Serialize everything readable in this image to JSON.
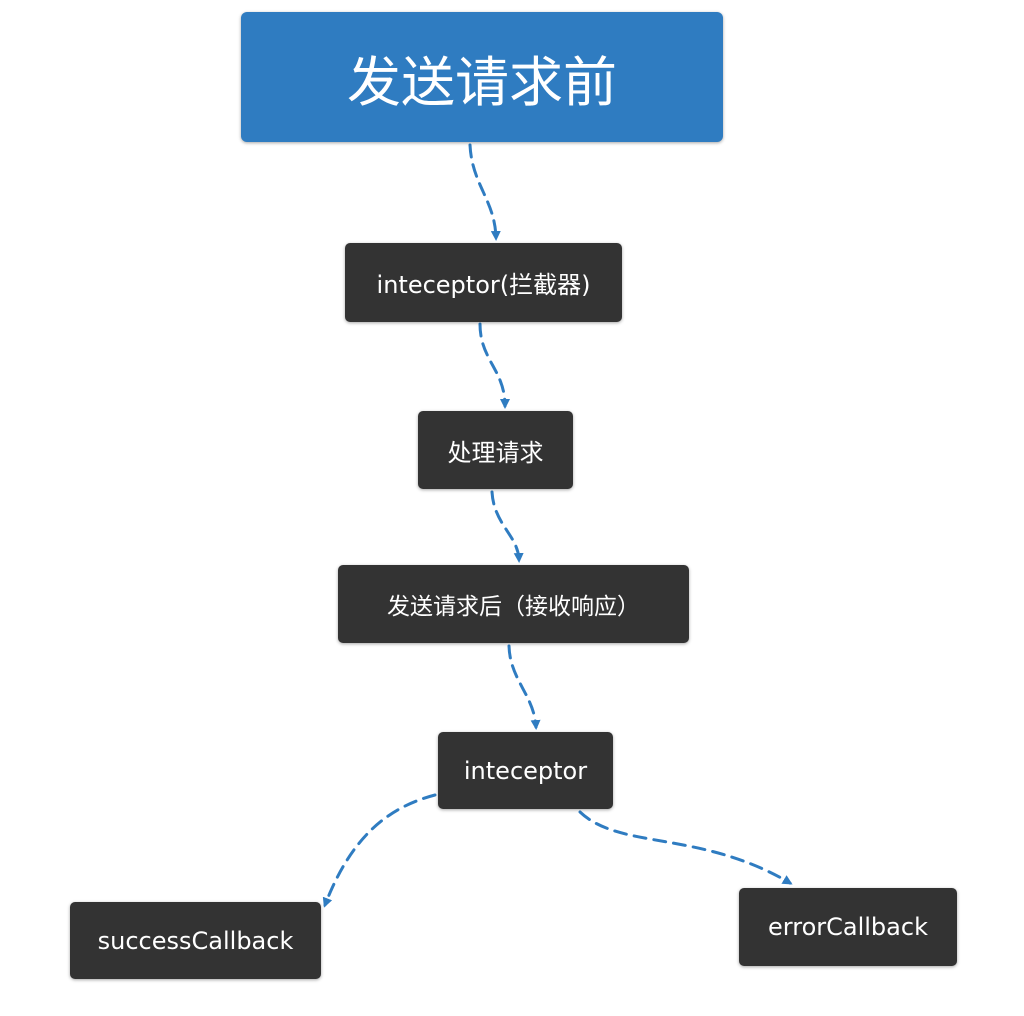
{
  "diagram": {
    "colors": {
      "start_fill": "#2f7cc1",
      "node_fill": "#333333",
      "node_text": "#ffffff",
      "edge": "#2f7cc1"
    },
    "nodes": {
      "start": "发送请求前",
      "interceptor_1": "inteceptor(拦截器)",
      "process": "处理请求",
      "receive": "发送请求后（接收响应）",
      "interceptor_2": "inteceptor",
      "success": "successCallback",
      "error": "errorCallback"
    },
    "edges": [
      {
        "from": "start",
        "to": "interceptor_1",
        "style": "dashed-arrow"
      },
      {
        "from": "interceptor_1",
        "to": "process",
        "style": "dashed-arrow"
      },
      {
        "from": "process",
        "to": "receive",
        "style": "dashed-arrow"
      },
      {
        "from": "receive",
        "to": "interceptor_2",
        "style": "dashed-arrow"
      },
      {
        "from": "interceptor_2",
        "to": "success",
        "style": "dashed-arrow"
      },
      {
        "from": "interceptor_2",
        "to": "error",
        "style": "dashed-arrow"
      }
    ]
  }
}
